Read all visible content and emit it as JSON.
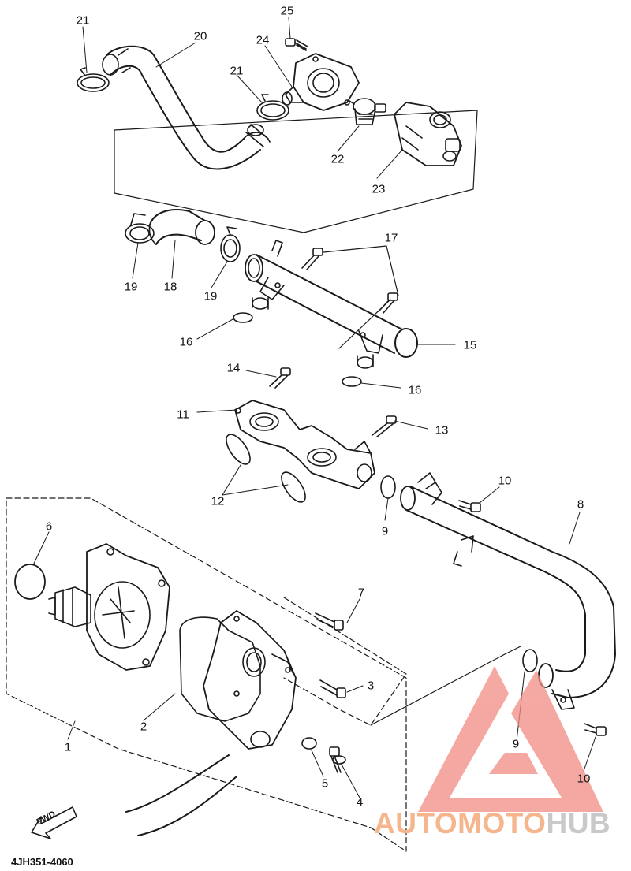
{
  "diagram_code": "4JH351-4060",
  "watermark": {
    "part1": "AUTOMOTO",
    "part2": "HUB"
  },
  "fwd_label": "FWD",
  "labels": {
    "l21a": "21",
    "l20": "20",
    "l25": "25",
    "l24": "24",
    "l21b": "21",
    "l22": "22",
    "l23": "23",
    "l17": "17",
    "l19a": "19",
    "l18": "18",
    "l19b": "19",
    "l16a": "16",
    "l15": "15",
    "l14": "14",
    "l16b": "16",
    "l11": "11",
    "l13": "13",
    "l12": "12",
    "l10a": "10",
    "l9a": "9",
    "l8": "8",
    "l6": "6",
    "l7": "7",
    "l3": "3",
    "l2": "2",
    "l1": "1",
    "l9b": "9",
    "l5": "5",
    "l4": "4",
    "l10b": "10"
  },
  "colors": {
    "line": "#1a1a1a",
    "watermark": "#f28c84"
  },
  "icons": [
    "fwd-arrow-icon",
    "automotohub-logo-icon"
  ]
}
